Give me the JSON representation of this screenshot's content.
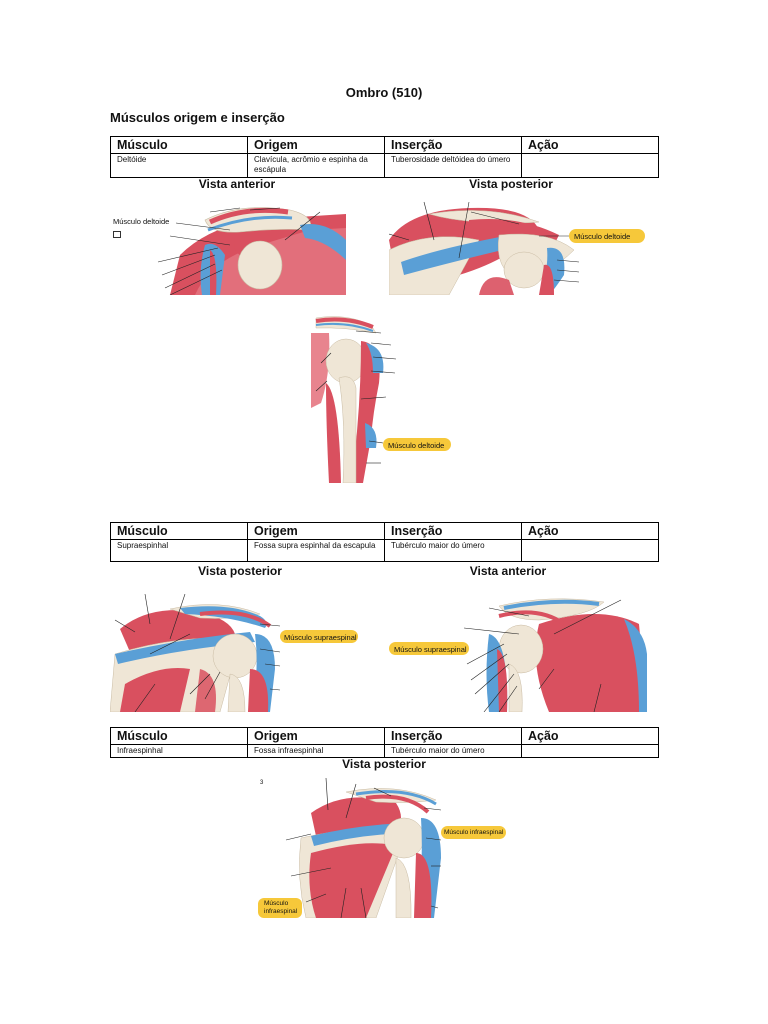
{
  "document": {
    "title": "Ombro (510)",
    "heading": "Músculos origem e inserção"
  },
  "table_headers": [
    "Músculo",
    "Origem",
    "Inserção",
    "Ação"
  ],
  "tables": [
    {
      "row": [
        "Deltóide",
        "Clavícula, acrômio e espinha da escápula",
        "Tuberosidade deltóidea do úmero",
        ""
      ],
      "captions": [
        "Vista anterior",
        "Vista posterior"
      ]
    },
    {
      "row": [
        "Supraespinhal",
        "Fossa supra espinhal da escapula",
        "Tubérculo maior do úmero",
        ""
      ],
      "captions": [
        "Vista posterior",
        "Vista anterior"
      ]
    },
    {
      "row": [
        "Infraespinhal",
        "Fossa infraespinhal",
        "Tubérculo maior do úmero",
        ""
      ],
      "captions": [
        "Vista posterior"
      ]
    }
  ],
  "figure_labels": {
    "deltoide_anterior": "Músculo deltoide",
    "deltoide_posterior": "Músculo deltoide",
    "deltoide_lateral": "Músculo deltoide",
    "supra_posterior": "Músculo supraespinal",
    "supra_anterior": "Músculo supraespinal",
    "infra_right": "Músculo infraespinal",
    "infra_left_1": "Músculo",
    "infra_left_2": "infraespinal",
    "marker_3": "3"
  },
  "colors": {
    "muscle": "#d9505f",
    "muscle_light": "#e8848e",
    "bone": "#efe6d6",
    "tendon": "#5a9fd6",
    "label_bg": "#f6c83a"
  }
}
